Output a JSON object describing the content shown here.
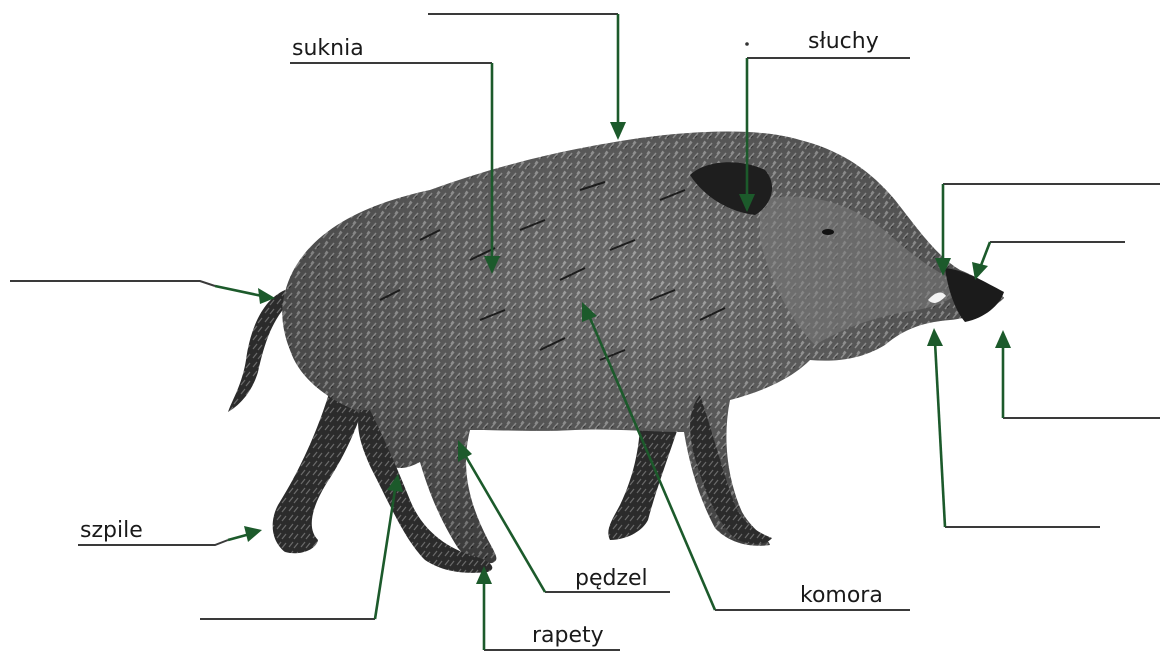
{
  "labels": {
    "suknia": "suknia",
    "sluchy": "słuchy",
    "szpile": "szpile",
    "pedzel": "pędzel",
    "komora": "komora",
    "rapety": "rapety"
  },
  "colors": {
    "arrow": "#1c5a2b",
    "leader": "#3a3a3a",
    "boar_dark": "#2e2e2e",
    "boar_mid": "#5a5a5a",
    "boar_light": "#9a9a9a"
  },
  "icons": {
    "subject": "wild-boar-illustration"
  }
}
